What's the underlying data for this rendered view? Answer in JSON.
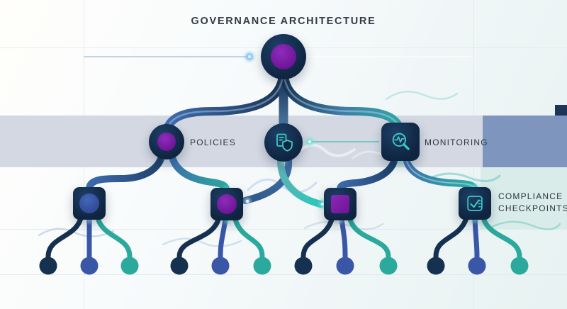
{
  "title": "GOVERNANCE ARCHITECTURE",
  "palette": {
    "navy": "#16304F",
    "blue": "#3A57A7",
    "teal": "#2AA99C",
    "purple": "#7D1CA6",
    "icon_teal": "#3FC9C1",
    "node_dark": "#0F2440",
    "band_gray": "#D3D8E2",
    "band_slate": "#7E96BD",
    "band_mint": "#D9ECE9",
    "glow_blue": "#56A8EC",
    "glow_teal": "#5FE5D8"
  },
  "nodes": {
    "root": {
      "shape": "circle",
      "core": "purple"
    },
    "policies": {
      "label": "POLICIES",
      "shape": "circle",
      "core": "purple"
    },
    "policy_document": {
      "shape": "circle",
      "icon": "document-shield-icon"
    },
    "monitoring": {
      "label": "MONITORING",
      "shape": "square",
      "icon": "magnifier-pulse-icon"
    },
    "checkpoint_1": {
      "shape": "square",
      "core": "blue-circle"
    },
    "checkpoint_2": {
      "shape": "square",
      "core": "purple-circle"
    },
    "checkpoint_3": {
      "shape": "square",
      "core": "purple-square"
    },
    "compliance": {
      "label": "COMPLIANCE CHECKPOINTS",
      "shape": "square",
      "icon": "checklist-check-icon"
    }
  },
  "leaf_groups": [
    {
      "parent": "checkpoint_1",
      "leaves": [
        "navy",
        "blue",
        "teal"
      ]
    },
    {
      "parent": "checkpoint_2",
      "leaves": [
        "navy",
        "blue",
        "teal"
      ]
    },
    {
      "parent": "checkpoint_3",
      "leaves": [
        "navy",
        "blue",
        "teal"
      ]
    },
    {
      "parent": "compliance",
      "leaves": [
        "navy",
        "blue",
        "teal"
      ]
    }
  ]
}
